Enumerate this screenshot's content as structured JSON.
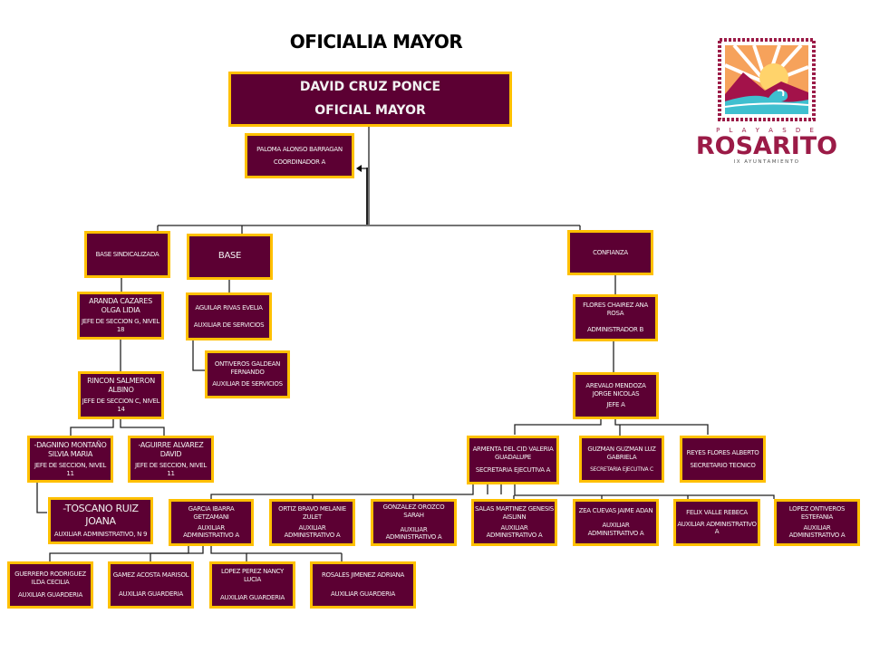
{
  "title": "OFICIALIA MAYOR",
  "colors": {
    "box_fill": "#5c0033",
    "box_border": "#ffc000",
    "box_text": "#f2f2f2",
    "brand": "#9b1b47"
  },
  "logo": {
    "line1": "P L A Y A S   D E",
    "line2": "ROSARITO",
    "line3": "IX AYUNTAMIENTO",
    "icon": "sun-over-wave-stamp-icon"
  },
  "head": {
    "name": "DAVID CRUZ PONCE",
    "role": "OFICIAL MAYOR"
  },
  "coordinator": {
    "name": "PALOMA ALONSO BARRAGAN",
    "role": "COORDINADOR A"
  },
  "groups": {
    "base_sindicalizada": "BASE SINDICALIZADA",
    "base": "BASE",
    "confianza": "CONFIANZA"
  },
  "base_sindicalizada": {
    "aranda": {
      "name": "ARANDA CAZARES OLGA LIDIA",
      "role": "JEFE DE SECCION G, NIVEL 18"
    },
    "rincon": {
      "name": "RINCON SALMERON ALBINO",
      "role": "JEFE DE SECCION C, NIVEL 14"
    },
    "dagnino": {
      "name": "-DAGNINO MONTAÑO SILVIA MARIA",
      "role": "JEFE DE SECCION, NIVEL 11"
    },
    "aguirre": {
      "name": "-AGUIRRE ALVAREZ DAVID",
      "role": "JEFE DE SECCION, NIVEL 11"
    },
    "toscano": {
      "name": "-TOSCANO RUIZ JOANA",
      "role": "AUXILIAR ADMINISTRATIVO, N 9"
    }
  },
  "base": {
    "aguilar": {
      "name": "AGUILAR RIVAS EVELIA",
      "role": "AUXILIAR DE SERVICIOS"
    },
    "ontiveros": {
      "name": "ONTIVEROS GALDEAN FERNANDO",
      "role": "AUXILIAR DE SERVICIOS"
    }
  },
  "confianza": {
    "flores": {
      "name": "FLORES CHAIREZ ANA ROSA",
      "role": "ADMINISTRADOR B"
    },
    "arevalo": {
      "name": "AREVALO MENDOZA JORGE NICOLAS",
      "role": "JEFE A"
    },
    "armenta": {
      "name": "ARMENTA DEL CID VALERIA GUADALUPE",
      "role": "SECRETARIA EJECUTIVA A"
    },
    "guzman": {
      "name": "GUZMAN GUZMAN LUZ GABRIELA",
      "role": "SECRETARIA EJECUTIVA C"
    },
    "reyes": {
      "name": "REYES FLORES ALBERTO",
      "role": "SECRETARIO TECNICO"
    }
  },
  "auxiliares": [
    {
      "name": "GARCIA IBARRA GETZAMANI",
      "role": "AUXILIAR ADMINISTRATIVO A"
    },
    {
      "name": "ORTIZ BRAVO MELANIE ZULET",
      "role": "AUXILIAR ADMINISTRATIVO A"
    },
    {
      "name": "GONZALEZ OROZCO SARAH",
      "role": "AUXILIAR ADMINISTRATIVO A"
    },
    {
      "name": "SALAS MARTINEZ GENESIS AISLINN",
      "role": "AUXILIAR ADMINISTRATIVO A"
    },
    {
      "name": "ZEA CUEVAS JAIME ADAN",
      "role": "AUXILIAR ADMINISTRATIVO A"
    },
    {
      "name": "FELIX VALLE REBECA",
      "role": "AUXILIAR ADMINISTRATIVO A"
    },
    {
      "name": "LOPEZ ONTIVEROS ESTEFANIA",
      "role": "AUXILIAR ADMINISTRATIVO A"
    }
  ],
  "guarderia": [
    {
      "name": "GUERRERO RODRIGUEZ ILDA CECILIA",
      "role": "AUXILIAR GUARDERIA"
    },
    {
      "name": "GAMEZ ACOSTA MARISOL",
      "role": "AUXILIAR GUARDERIA"
    },
    {
      "name": "LOPEZ PEREZ NANCY LUCIA",
      "role": "AUXILIAR GUARDERIA"
    },
    {
      "name": "ROSALES JIMENEZ ADRIANA",
      "role": "AUXILIAR GUARDERIA"
    }
  ]
}
